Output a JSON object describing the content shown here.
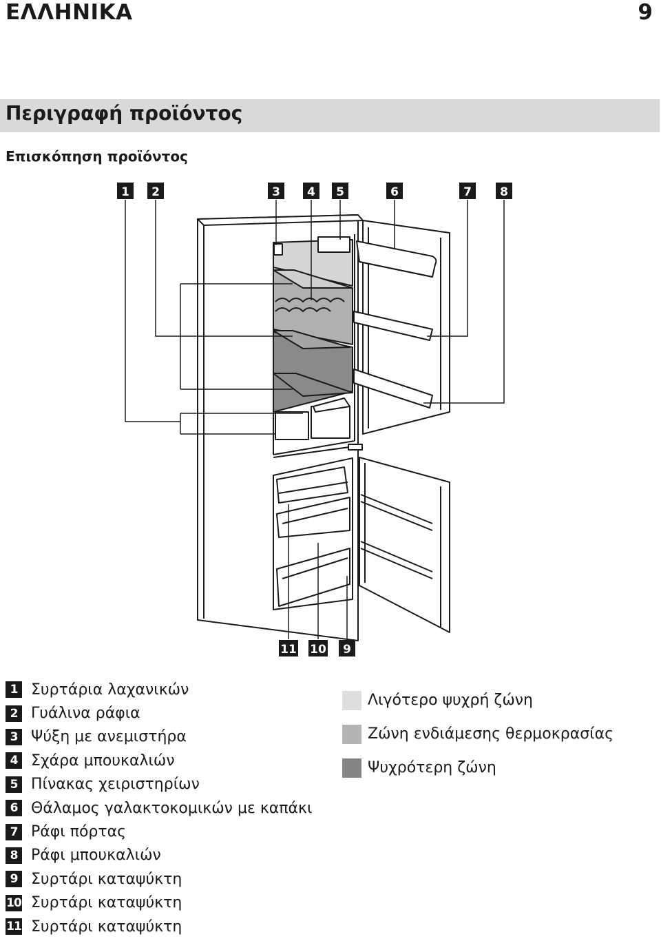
{
  "header": {
    "language": "ΕΛΛΗΝΙΚΑ",
    "page_number": "9"
  },
  "section": {
    "title": "Περιγραφή προϊόντος",
    "subtitle": "Επισκόπηση προϊόντος"
  },
  "callouts": [
    "1",
    "2",
    "3",
    "4",
    "5",
    "6",
    "7",
    "8",
    "11",
    "10",
    "9"
  ],
  "legend": [
    {
      "num": "1",
      "label": "Συρτάρια λαχανικών"
    },
    {
      "num": "2",
      "label": "Γυάλινα ράφια"
    },
    {
      "num": "3",
      "label": "Ψύξη με ανεμιστήρα"
    },
    {
      "num": "4",
      "label": "Σχάρα μπουκαλιών"
    },
    {
      "num": "5",
      "label": "Πίνακας χειριστηρίων"
    },
    {
      "num": "6",
      "label": "Θάλαμος γαλακτοκομικών με καπάκι"
    },
    {
      "num": "7",
      "label": "Ράφι πόρτας"
    },
    {
      "num": "8",
      "label": "Ράφι μπουκαλιών"
    },
    {
      "num": "9",
      "label": "Συρτάρι καταψύκτη"
    },
    {
      "num": "10",
      "label": "Συρτάρι καταψύκτη"
    },
    {
      "num": "11",
      "label": "Συρτάρι καταψύκτη"
    }
  ],
  "zones": [
    {
      "label": "Λιγότερο ψυχρή ζώνη",
      "color": "#dedede"
    },
    {
      "label": "Ζώνη ενδιάμεσης θερμοκρασίας",
      "color": "#b4b4b4"
    },
    {
      "label": "Ψυχρότερη ζώνη",
      "color": "#858585"
    }
  ]
}
